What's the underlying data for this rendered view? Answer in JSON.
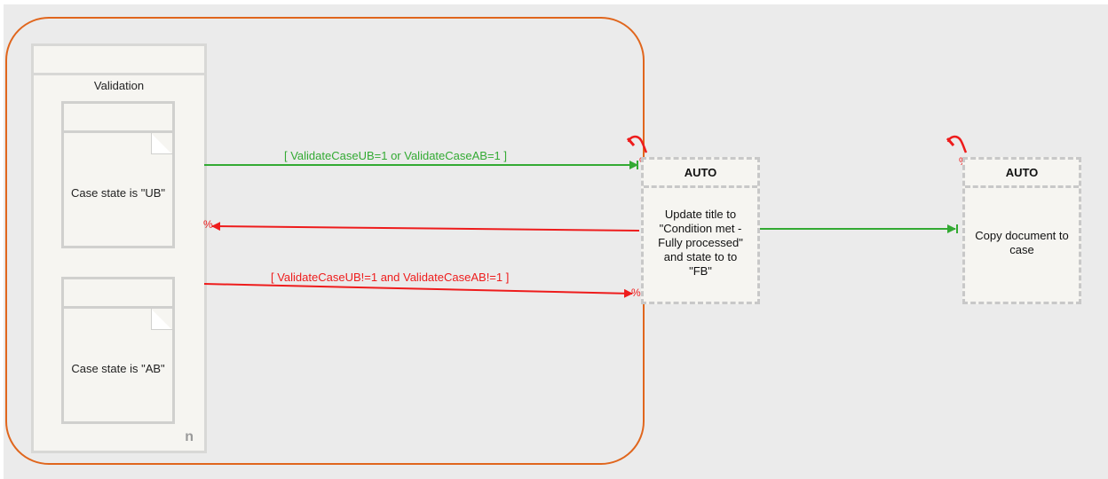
{
  "group": {
    "title": "Validation",
    "multiplicity_marker": "n"
  },
  "documents": [
    {
      "label": "Case state is \"UB\""
    },
    {
      "label": "Case state is \"AB\""
    }
  ],
  "tasks": [
    {
      "header": "AUTO",
      "body_lines": [
        "Update title to",
        "\"Condition met -",
        "Fully processed\"",
        "and state to to",
        "\"FB\""
      ]
    },
    {
      "header": "AUTO",
      "body_lines": [
        "Copy document to",
        "case"
      ]
    }
  ],
  "connections": {
    "ub_condition": "[ ValidateCaseUB=1 or ValidateCaseAB=1 ]",
    "ab_condition": "[ ValidateCaseUB!=1 and ValidateCaseAB!=1 ]",
    "percent_marker": "%"
  },
  "colors": {
    "success": "#33aa33",
    "failure": "#ee1c1c",
    "selection_outline": "#e0661d",
    "canvas_bg": "#ebebeb"
  }
}
